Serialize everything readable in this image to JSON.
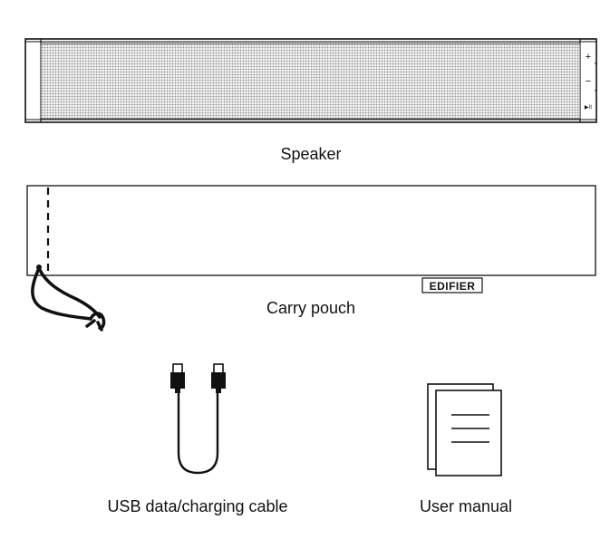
{
  "speaker": {
    "label": "Speaker",
    "plus": "+",
    "minus": "−",
    "play_pause": "▶II",
    "icon": "speaker-bar-icon"
  },
  "pouch": {
    "label": "Carry pouch",
    "brand": "EDIFIER",
    "icon": "carry-pouch-icon"
  },
  "cable": {
    "label": "USB data/charging cable",
    "icon": "usb-cable-icon"
  },
  "manual": {
    "label": "User manual",
    "icon": "user-manual-icon"
  }
}
